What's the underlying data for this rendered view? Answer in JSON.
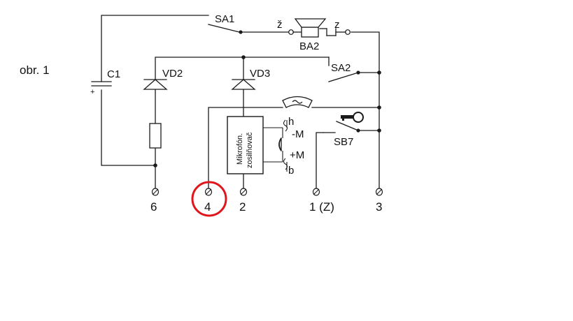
{
  "figure_label": "obr. 1",
  "switches": {
    "sa1": "SA1",
    "sa2": "SA2",
    "sb7": "SB7"
  },
  "speaker": {
    "label": "BA2",
    "left_pin": "ž",
    "right_pin": "z"
  },
  "capacitor": {
    "label": "C1",
    "polarity": "+"
  },
  "diodes": {
    "vd2": "VD2",
    "vd3": "VD3"
  },
  "amplifier": {
    "line1": "Mikrofón.",
    "line2": "zosilňovač"
  },
  "microphone": {
    "top_pin": "h",
    "minus": "-M",
    "plus": "+M",
    "bottom_pin": "b"
  },
  "terminals": {
    "t6": "6",
    "t4": "4",
    "t2": "2",
    "t1": "1 (Z)",
    "t3": "3"
  },
  "colors": {
    "wire": "#1a1a1a",
    "highlight": "#e0161d"
  },
  "highlight_target": "terminal-4"
}
